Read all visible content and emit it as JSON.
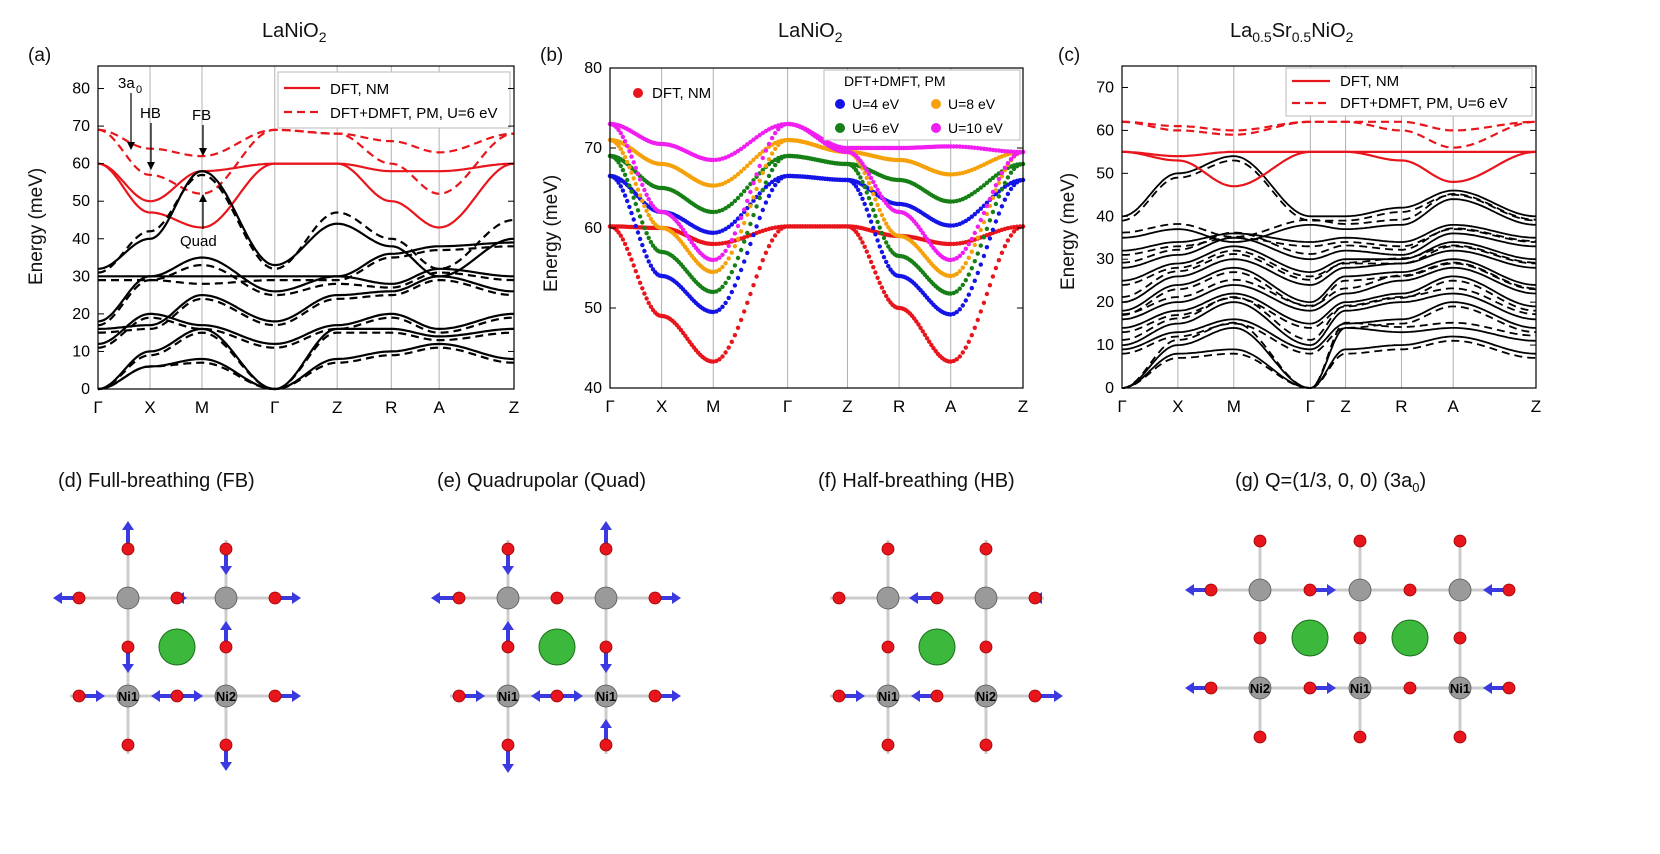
{
  "panels": [
    {
      "letter": "(a)",
      "title_main": "LaNiO",
      "title_sub": "2",
      "ylabel": "Energy (meV)",
      "yticks": [
        0,
        10,
        20,
        30,
        40,
        50,
        60,
        70,
        80
      ],
      "ylim": [
        0,
        86
      ],
      "kpoints": [
        "Γ",
        "X",
        "M",
        "Γ",
        "Z",
        "R",
        "A",
        "Z"
      ],
      "legend": [
        "DFT, NM",
        "DFT+DMFT, PM, U=6 eV"
      ],
      "annotations": [
        "3a",
        "0",
        "HB",
        "FB",
        "Quad"
      ]
    },
    {
      "letter": "(b)",
      "title_main": "LaNiO",
      "title_sub": "2",
      "ylabel": "Energy (meV)",
      "yticks": [
        40,
        50,
        60,
        70,
        80
      ],
      "ylim": [
        40,
        80
      ],
      "kpoints": [
        "Γ",
        "X",
        "M",
        "Γ",
        "Z",
        "R",
        "A",
        "Z"
      ],
      "legend_dft": "DFT, NM",
      "legend_title": "DFT+DMFT, PM",
      "legend_items": [
        "U=4 eV",
        "U=8 eV",
        "U=6 eV",
        "U=10 eV"
      ]
    },
    {
      "letter": "(c)",
      "title_parts": [
        "La",
        "0.5",
        "Sr",
        "0.5",
        "NiO",
        "2"
      ],
      "ylabel": "Energy (meV)",
      "yticks": [
        0,
        10,
        20,
        30,
        40,
        50,
        60,
        70
      ],
      "ylim": [
        0,
        75
      ],
      "kpoints": [
        "Γ",
        "X",
        "M",
        "Γ",
        "Z",
        "R",
        "A",
        "Z"
      ],
      "legend": [
        "DFT, NM",
        "DFT+DMFT, PM, U=6 eV"
      ]
    }
  ],
  "colors": {
    "red": "#e8161c",
    "black": "#000000",
    "blue": "#1414e6",
    "orange": "#f5a20a",
    "green": "#168016",
    "magenta": "#f01ef0",
    "oxygen": "#e8161c",
    "nickel": "#9a9a9a",
    "lanthanum": "#3cb83c",
    "arrow": "#3a3ae0"
  },
  "structures": [
    {
      "title": "(d) Full-breathing (FB)",
      "labels": [
        "Ni1",
        "Ni2"
      ]
    },
    {
      "title": "(e) Quadrupolar (Quad)",
      "labels": [
        "Ni1",
        "Ni1"
      ]
    },
    {
      "title": "(f) Half-breathing (HB)",
      "labels": [
        "Ni1",
        "Ni2"
      ]
    },
    {
      "title_main": "(g) Q=(1/3, 0, 0) (3a",
      "title_sub": "0",
      "title_end": ")",
      "labels": [
        "Ni2",
        "Ni1",
        "Ni1"
      ]
    }
  ],
  "chart_data": [
    {
      "type": "line",
      "panel": "a",
      "x": [
        "Γ",
        "X",
        "M",
        "Γ",
        "Z",
        "R",
        "A",
        "Z"
      ],
      "ylim": [
        0,
        86
      ],
      "series": [
        {
          "name": "DFT, NM",
          "style": "solid",
          "color": "#e8161c",
          "bands": [
            [
              60,
              47,
              43,
              60,
              60,
              50,
              43,
              60
            ],
            [
              60,
              50,
              58,
              60,
              60,
              58,
              58,
              60
            ]
          ]
        },
        {
          "name": "DFT+DMFT, PM, U=6 eV",
          "style": "dashed",
          "color": "#e8161c",
          "bands": [
            [
              69,
              57,
              52,
              69,
              68,
              60,
              52,
              68
            ],
            [
              69,
              64,
              62,
              69,
              68,
              66,
              63,
              68
            ]
          ]
        },
        {
          "style": "solid",
          "color": "#000000",
          "bands": [
            [
              0,
              6,
              8,
              0,
              8,
              10,
              12,
              8
            ],
            [
              0,
              10,
              16,
              0,
              16,
              16,
              14,
              16
            ],
            [
              12,
              20,
              17,
              12,
              17,
              20,
              16,
              20
            ],
            [
              16,
              17,
              25,
              18,
              25,
              26,
              30,
              26
            ],
            [
              18,
              30,
              35,
              26,
              30,
              28,
              32,
              30
            ],
            [
              32,
              40,
              58,
              33,
              44,
              38,
              30,
              40
            ],
            [
              30,
              30,
              30,
              30,
              30,
              36,
              38,
              39
            ]
          ]
        },
        {
          "style": "dashed",
          "color": "#000000",
          "bands": [
            [
              0,
              6,
              7,
              0,
              7,
              9,
              11,
              7
            ],
            [
              0,
              9,
              15,
              0,
              15,
              15,
              13,
              15
            ],
            [
              11,
              19,
              16,
              11,
              16,
              19,
              15,
              19
            ],
            [
              15,
              16,
              24,
              17,
              24,
              25,
              29,
              25
            ],
            [
              17,
              29,
              33,
              25,
              28,
              27,
              31,
              29
            ],
            [
              31,
              42,
              57,
              32,
              47,
              40,
              32,
              45
            ],
            [
              29,
              29,
              28,
              29,
              29,
              35,
              37,
              38
            ]
          ]
        }
      ]
    },
    {
      "type": "line",
      "panel": "b",
      "x": [
        "Γ",
        "X",
        "M",
        "Γ",
        "Z",
        "R",
        "A",
        "Z"
      ],
      "ylim": [
        40,
        80
      ],
      "series": [
        {
          "name": "DFT, NM",
          "color": "#e8161c",
          "bands": [
            [
              60.2,
              49,
              43.3,
              60.2,
              60.2,
              50,
              43.3,
              60.2
            ],
            [
              60.2,
              60,
              58,
              60.2,
              60.2,
              59,
              58,
              60.2
            ]
          ]
        },
        {
          "name": "U=4 eV",
          "color": "#1414e6",
          "bands": [
            [
              66.5,
              54,
              49.5,
              66.5,
              66,
              54,
              49.2,
              66
            ],
            [
              66.5,
              62,
              59.4,
              66.5,
              66,
              63,
              60.3,
              66
            ]
          ]
        },
        {
          "name": "U=6 eV",
          "color": "#168016",
          "bands": [
            [
              69,
              57,
              52,
              69,
              68,
              56.5,
              51.8,
              68
            ],
            [
              69,
              65,
              62,
              69,
              68,
              66,
              63.3,
              68
            ]
          ]
        },
        {
          "name": "U=8 eV",
          "color": "#f5a20a",
          "bands": [
            [
              71,
              60,
              54.5,
              71,
              69.5,
              59,
              54,
              69.5
            ],
            [
              71,
              68,
              65.3,
              71,
              69.5,
              68.5,
              66.7,
              69.5
            ]
          ]
        },
        {
          "name": "U=10 eV",
          "color": "#f01ef0",
          "bands": [
            [
              73,
              62,
              56,
              73,
              69.5,
              62,
              56,
              69.5
            ],
            [
              73,
              70.5,
              68.5,
              73,
              70,
              70,
              70.2,
              69.5
            ]
          ]
        }
      ]
    },
    {
      "type": "line",
      "panel": "c",
      "x": [
        "Γ",
        "X",
        "M",
        "Γ",
        "Z",
        "R",
        "A",
        "Z"
      ],
      "ylim": [
        0,
        75
      ],
      "series": [
        {
          "name": "DFT, NM",
          "style": "solid",
          "color": "#e8161c",
          "bands": [
            [
              55,
              53,
              47,
              55,
              55,
              53,
              48,
              55
            ],
            [
              55,
              54,
              55,
              55,
              55,
              55,
              55,
              55
            ]
          ]
        },
        {
          "name": "DFT+DMFT, PM, U=6 eV",
          "style": "dashed",
          "color": "#e8161c",
          "bands": [
            [
              62,
              60,
              59,
              62,
              62,
              60,
              56,
              62
            ],
            [
              62,
              61,
              60,
              62,
              62,
              62,
              60,
              62
            ]
          ]
        }
      ]
    }
  ]
}
